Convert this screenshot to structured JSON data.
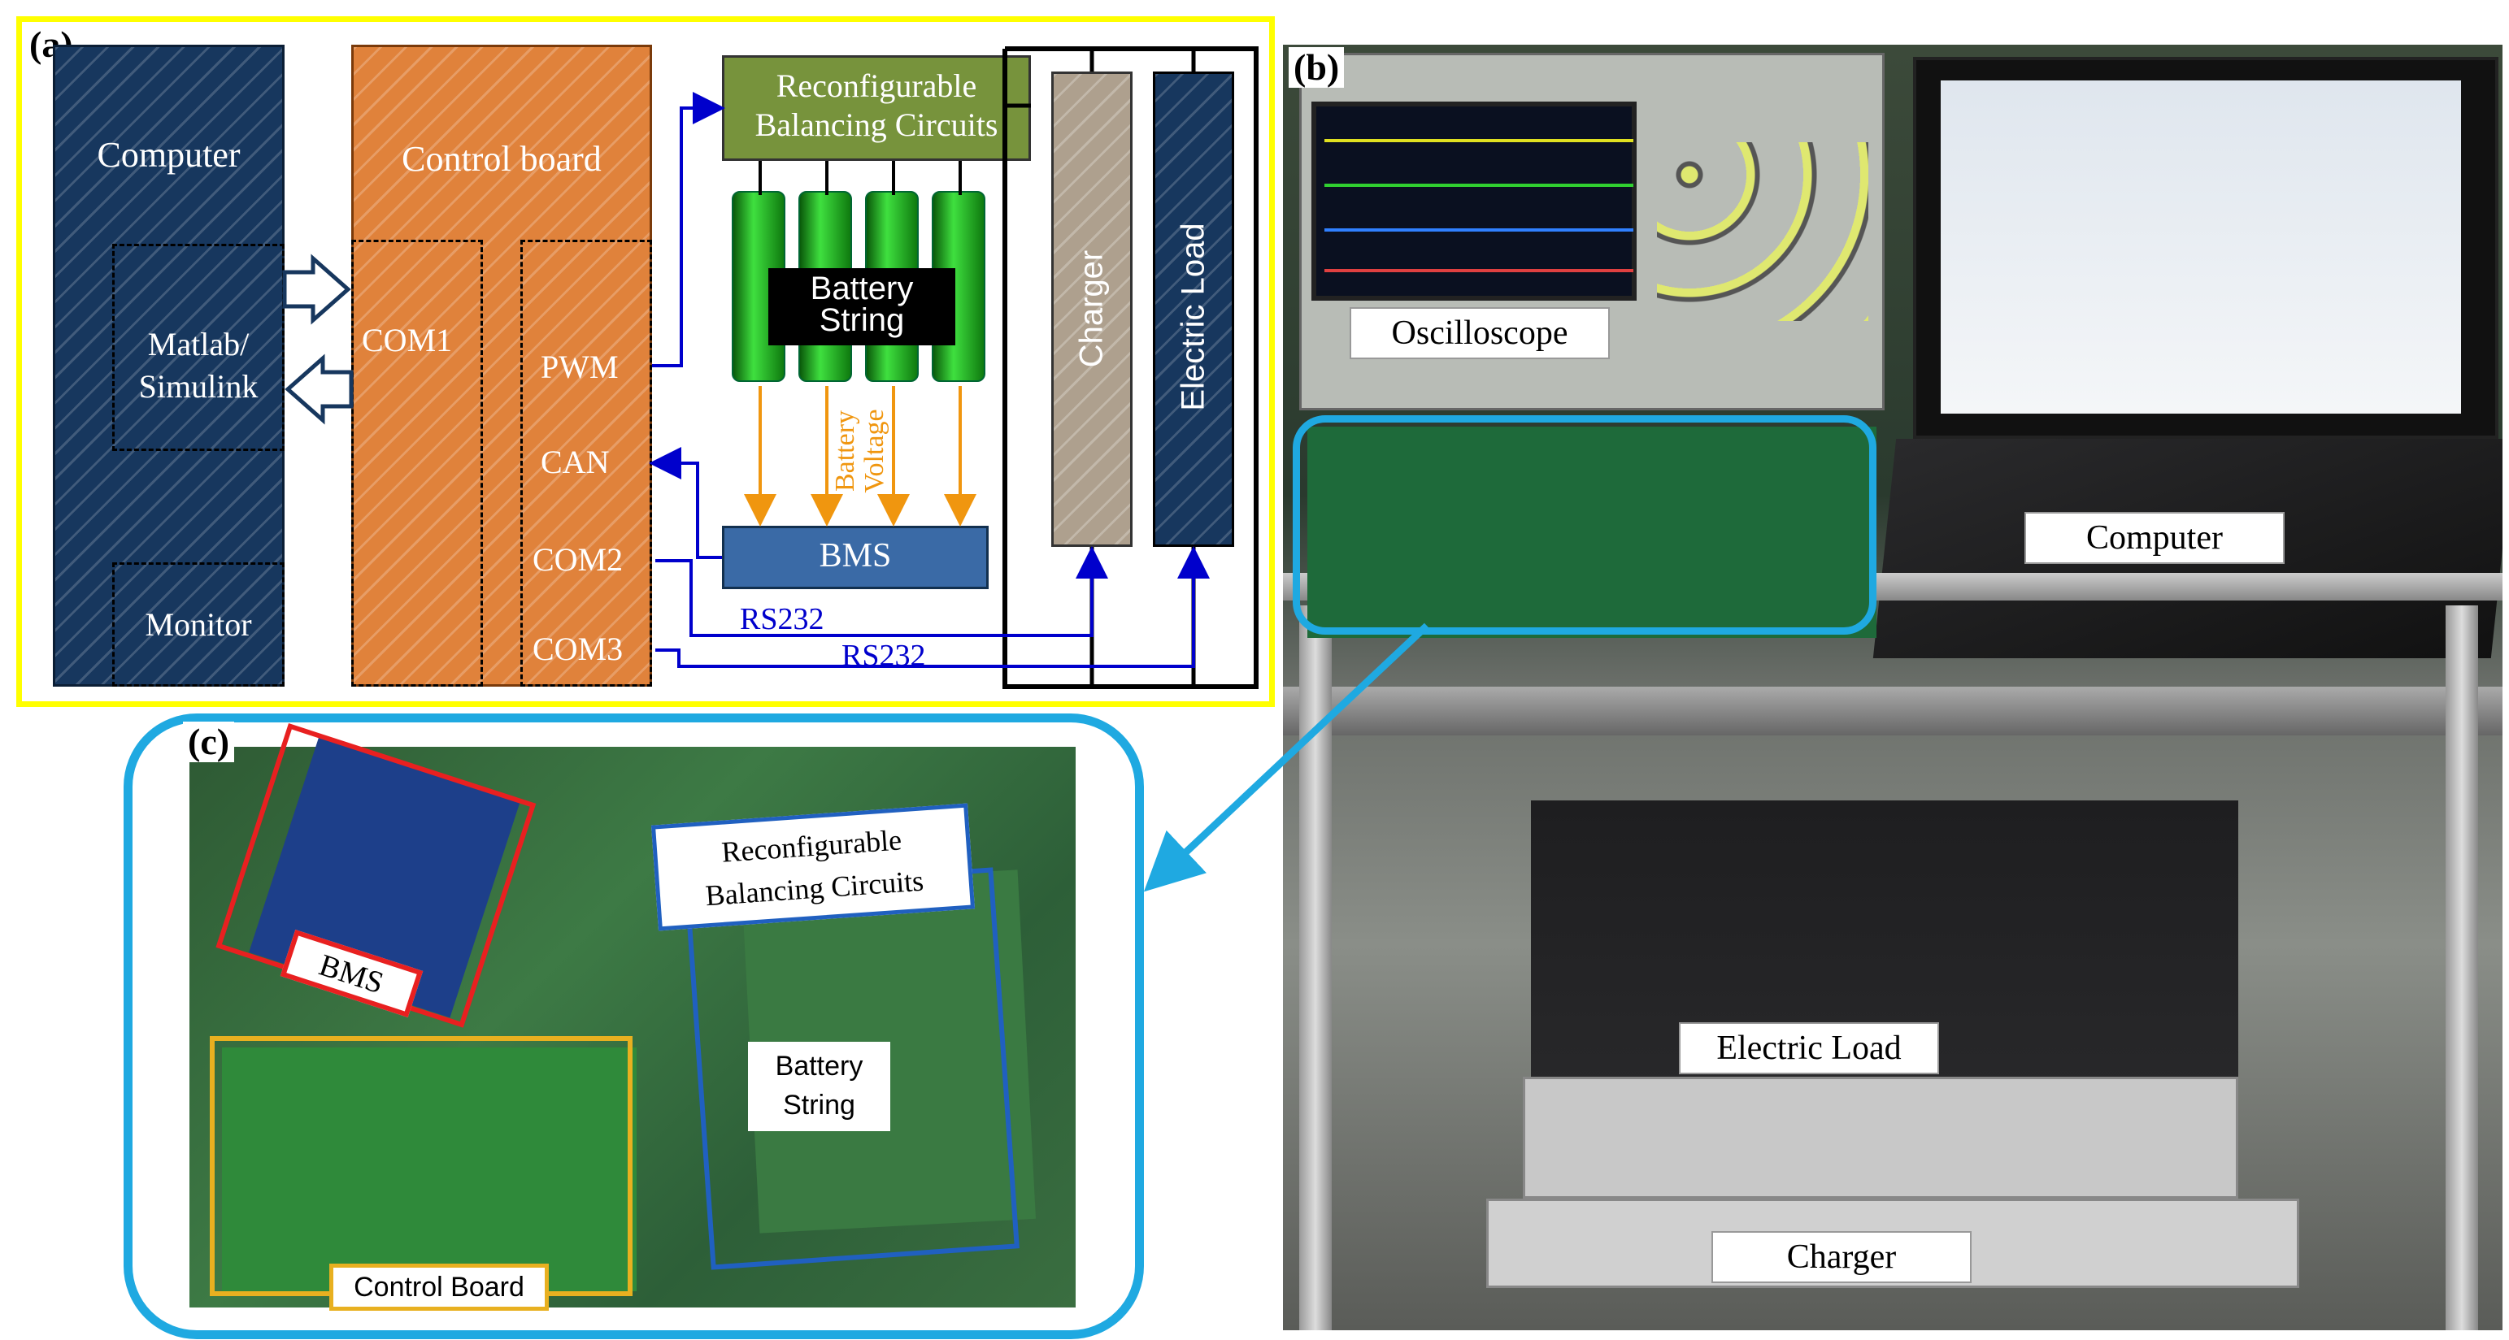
{
  "panels": {
    "a": "(a)",
    "b": "(b)",
    "c": "(c)"
  },
  "diagram_a": {
    "computer_label": "Computer",
    "matlab_label_line1": "Matlab/",
    "matlab_label_line2": "Simulink",
    "monitor_label": "Monitor",
    "control_board_label": "Control board",
    "com1_label": "COM1",
    "pwm_label": "PWM",
    "can_label": "CAN",
    "com2_label": "COM2",
    "com3_label": "COM3",
    "rbc_line1": "Reconfigurable",
    "rbc_line2": "Balancing Circuits",
    "battery_line1": "Battery",
    "battery_line2": "String",
    "battery_voltage_line1": "Battery",
    "battery_voltage_line2": "Voltage",
    "bms_label": "BMS",
    "charger_label": "Charger",
    "electric_load_label": "Electric Load",
    "rs232_1": "RS232",
    "rs232_2": "RS232"
  },
  "photo_b": {
    "oscilloscope": "Oscilloscope",
    "computer": "Computer",
    "electric_load": "Electric Load",
    "charger": "Charger"
  },
  "photo_c": {
    "bms": "BMS",
    "rbc_line1": "Reconfigurable",
    "rbc_line2": "Balancing Circuits",
    "battery_line1": "Battery",
    "battery_line2": "String",
    "control_board": "Control Board"
  },
  "colors": {
    "frame_yellow": "#ffff00",
    "navy": "#17375e",
    "orange": "#e0823b",
    "olive": "#77933c",
    "bms_blue": "#3a6aa6",
    "arrow_blue": "#0000cc",
    "arrow_orange": "#f0960f",
    "callout_cyan": "#1fa9e1",
    "red_box": "#e82020",
    "yellow_box": "#e8b020",
    "blue_box": "#2060c0"
  }
}
